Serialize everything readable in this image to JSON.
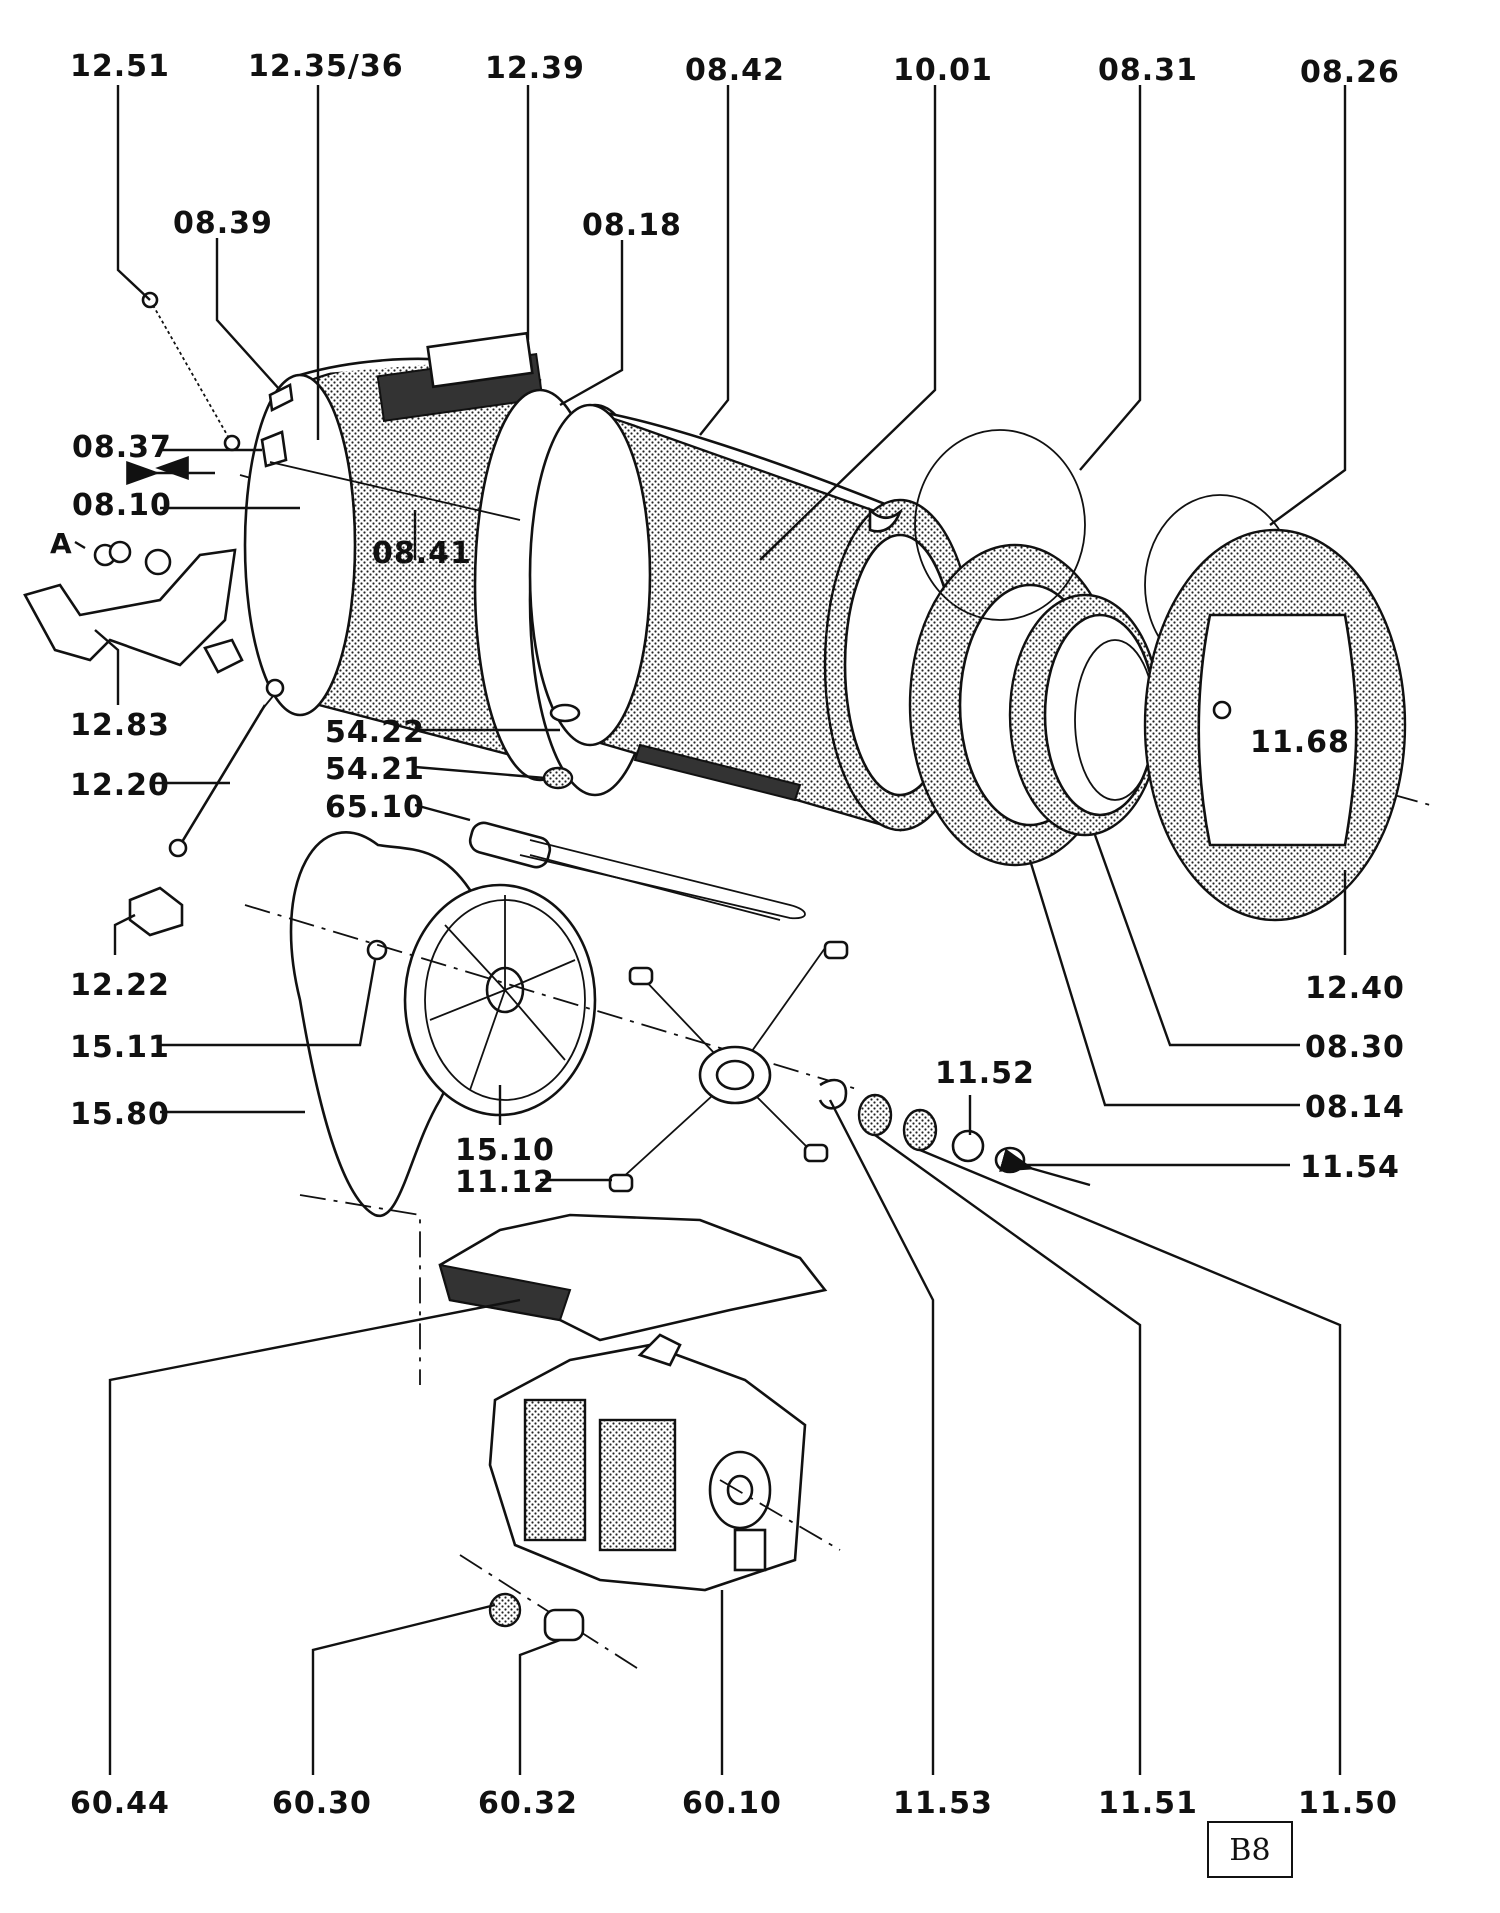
{
  "diagram": {
    "labels": {
      "l_12_51": "12.51",
      "l_12_35_36": "12.35/36",
      "l_12_39": "12.39",
      "l_08_42": "08.42",
      "l_10_01": "10.01",
      "l_08_31": "08.31",
      "l_08_26": "08.26",
      "l_08_39": "08.39",
      "l_08_18": "08.18",
      "l_08_37": "08.37",
      "l_08_10": "08.10",
      "l_A": "A",
      "l_08_41": "08.41",
      "l_11_68": "11.68",
      "l_12_83": "12.83",
      "l_54_22": "54.22",
      "l_54_21": "54.21",
      "l_12_20": "12.20",
      "l_65_10": "65.10",
      "l_12_22": "12.22",
      "l_12_40": "12.40",
      "l_15_11": "15.11",
      "l_08_30": "08.30",
      "l_11_52": "11.52",
      "l_08_14": "08.14",
      "l_15_80": "15.80",
      "l_15_10": "15.10",
      "l_11_54": "11.54",
      "l_11_12": "11.12",
      "l_60_44": "60.44",
      "l_60_30": "60.30",
      "l_60_32": "60.32",
      "l_60_10": "60.10",
      "l_11_53": "11.53",
      "l_11_51": "11.51",
      "l_11_50": "11.50"
    },
    "page_tag": "B8"
  }
}
